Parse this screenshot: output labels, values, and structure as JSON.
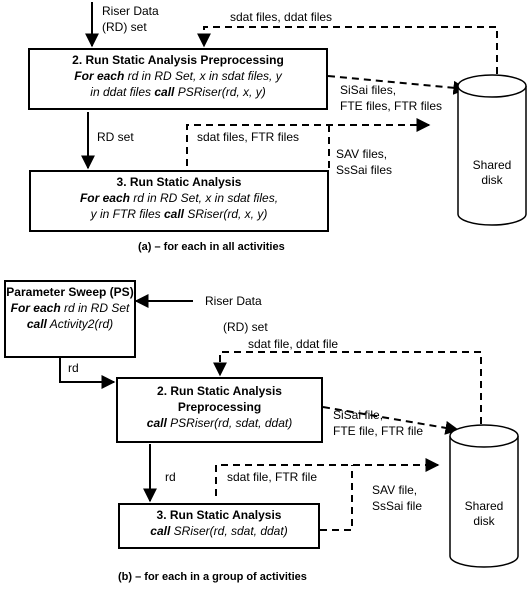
{
  "panel_a": {
    "input_label_1": "Riser Data",
    "input_label_2": "(RD) set",
    "top_files": "sdat files, ddat files",
    "box2": {
      "title": "2. Run Static Analysis Preprocessing",
      "line2_kw": "For each",
      "line2_rest": " rd in RD Set, x in sdat files, y",
      "line3_pre": "in ddat files ",
      "line3_kw": "call",
      "line3_rest": " PSRiser(rd, x, y)"
    },
    "out_files_1": "SiSai files,",
    "out_files_2": "FTE files, FTR files",
    "rd_set": "RD set",
    "mid_files": "sdat files,  FTR files",
    "sav_files_1": "SAV files,",
    "sav_files_2": "SsSai files",
    "disk_1": "Shared",
    "disk_2": "disk",
    "box3": {
      "title": "3. Run Static Analysis",
      "line2_kw": "For each",
      "line2_rest": " rd in RD Set, x in sdat files,",
      "line3_pre": "y in FTR files ",
      "line3_kw": "call",
      "line3_rest": " SRiser(rd, x, y)"
    },
    "caption": "(a) – for each in all activities"
  },
  "panel_b": {
    "ps_box": {
      "title": "Parameter Sweep (PS)",
      "line2_kw": "For each",
      "line2_rest": " rd in RD Set",
      "line3_kw": "call",
      "line3_rest": " Activity2(rd)"
    },
    "input_label_1": "Riser Data",
    "input_label_2": "(RD) set",
    "top_files": "sdat file,  ddat file",
    "rd_1": "rd",
    "box2": {
      "title_1": "2. Run Static Analysis",
      "title_2": "Preprocessing",
      "line3_kw": "call",
      "line3_rest": " PSRiser(rd, sdat, ddat)"
    },
    "out_files_1": "SiSai file,",
    "out_files_2": "FTE file, FTR file",
    "rd_2": "rd",
    "mid_files": "sdat file,  FTR file",
    "sav_files_1": "SAV file,",
    "sav_files_2": "SsSai file",
    "disk_1": "Shared",
    "disk_2": "disk",
    "box3": {
      "title": "3. Run Static Analysis",
      "line2_kw": "call",
      "line2_rest": " SRiser(rd, sdat, ddat)"
    },
    "caption": "(b) – for each in a group of activities"
  }
}
